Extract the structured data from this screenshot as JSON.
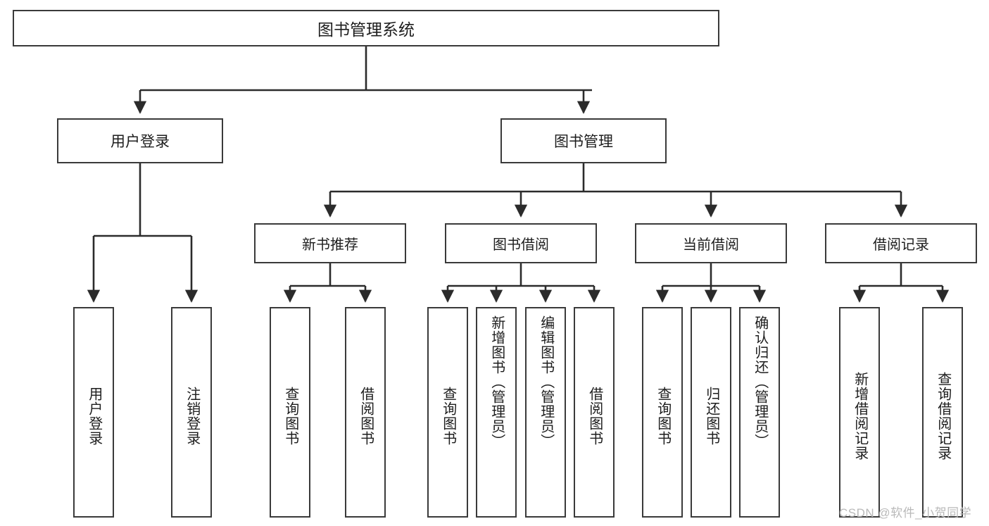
{
  "diagram": {
    "type": "tree",
    "title": "图书管理系统",
    "root": {
      "label": "图书管理系统"
    },
    "level2": [
      {
        "label": "用户登录"
      },
      {
        "label": "图书管理"
      }
    ],
    "level3": [
      {
        "label": "新书推荐"
      },
      {
        "label": "图书借阅"
      },
      {
        "label": "当前借阅"
      },
      {
        "label": "借阅记录"
      }
    ],
    "leaves": {
      "user_login": [
        {
          "label": "用户登录"
        },
        {
          "label": "注销登录"
        }
      ],
      "new_book": [
        {
          "label": "查询图书"
        },
        {
          "label": "借阅图书"
        }
      ],
      "book_borrow": [
        {
          "label": "查询图书"
        },
        {
          "label": "新增图书（管理员）"
        },
        {
          "label": "编辑图书（管理员）"
        },
        {
          "label": "借阅图书"
        }
      ],
      "current_borrow": [
        {
          "label": "查询图书"
        },
        {
          "label": "归还图书"
        },
        {
          "label": "确认归还（管理员）"
        }
      ],
      "borrow_record": [
        {
          "label": "新增借阅记录"
        },
        {
          "label": "查询借阅记录"
        }
      ]
    }
  },
  "watermark": {
    "text": "CSDN @软件_小贺同学"
  },
  "colors": {
    "box_border": "#3a3a3a",
    "box_fill": "#ffffff",
    "text": "#1d1d1d",
    "connector": "#2b2b2b",
    "watermark": "#b9b9b9"
  }
}
